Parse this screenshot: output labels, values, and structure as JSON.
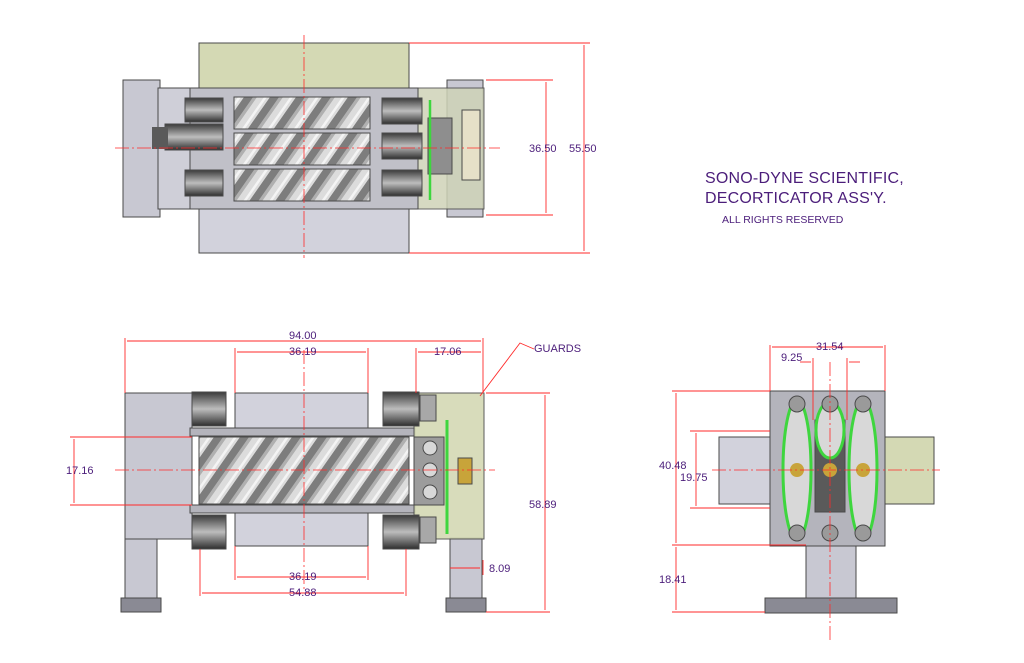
{
  "title_block": {
    "line1": "SONO-DYNE SCIENTIFIC,",
    "line2": "DECORTICATOR ASS'Y.",
    "rights": "ALL RIGHTS RESERVED"
  },
  "top_view": {
    "dim_inner_height": "36.50",
    "dim_outer_height": "55.50"
  },
  "front_view": {
    "dim_overall_length": "94.00",
    "dim_roller_top": "36.19",
    "dim_guard_width": "17.06",
    "dim_roller_bottom": "36.19",
    "dim_motor_span": "54.88",
    "dim_offset": "8.09",
    "dim_height": "17.16",
    "dim_overall_height": "58.89",
    "guards_label": "GUARDS"
  },
  "side_view": {
    "dim_width": "31.54",
    "dim_pitch": "9.25",
    "dim_height": "40.48",
    "dim_inner_height": "19.75",
    "dim_stand_height": "18.41"
  },
  "colors": {
    "dimension_text": "#4b1d7a",
    "dimension_line": "#ff2a2a",
    "frame": "#c8c8d2",
    "hopper": "#d4d9b4",
    "guard_green": "#3ed63e"
  }
}
